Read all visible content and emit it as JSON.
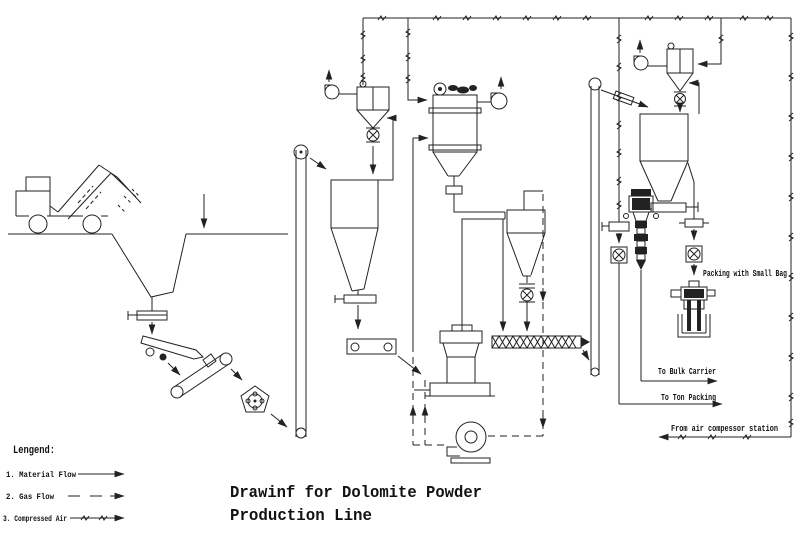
{
  "title": {
    "line1": "Drawinf for Dolomite Powder",
    "line2": "Production Line"
  },
  "legend": {
    "heading": "Lengend:",
    "items": [
      {
        "label": "1. Material Flow",
        "style": "solid-arrow"
      },
      {
        "label": "2. Gas Flow",
        "style": "dashed-arrow"
      },
      {
        "label": "3. Compressed Air",
        "style": "zigzag-arrow"
      }
    ]
  },
  "labels": {
    "packing_small_bag": "Packing with Small Bag",
    "to_bulk_carrier": "To Bulk Carrier",
    "to_ton_packing": "To Ton Packing",
    "from_air_compressor": "From air compessor station"
  },
  "colors": {
    "line": "#222222",
    "background": "#ffffff"
  }
}
